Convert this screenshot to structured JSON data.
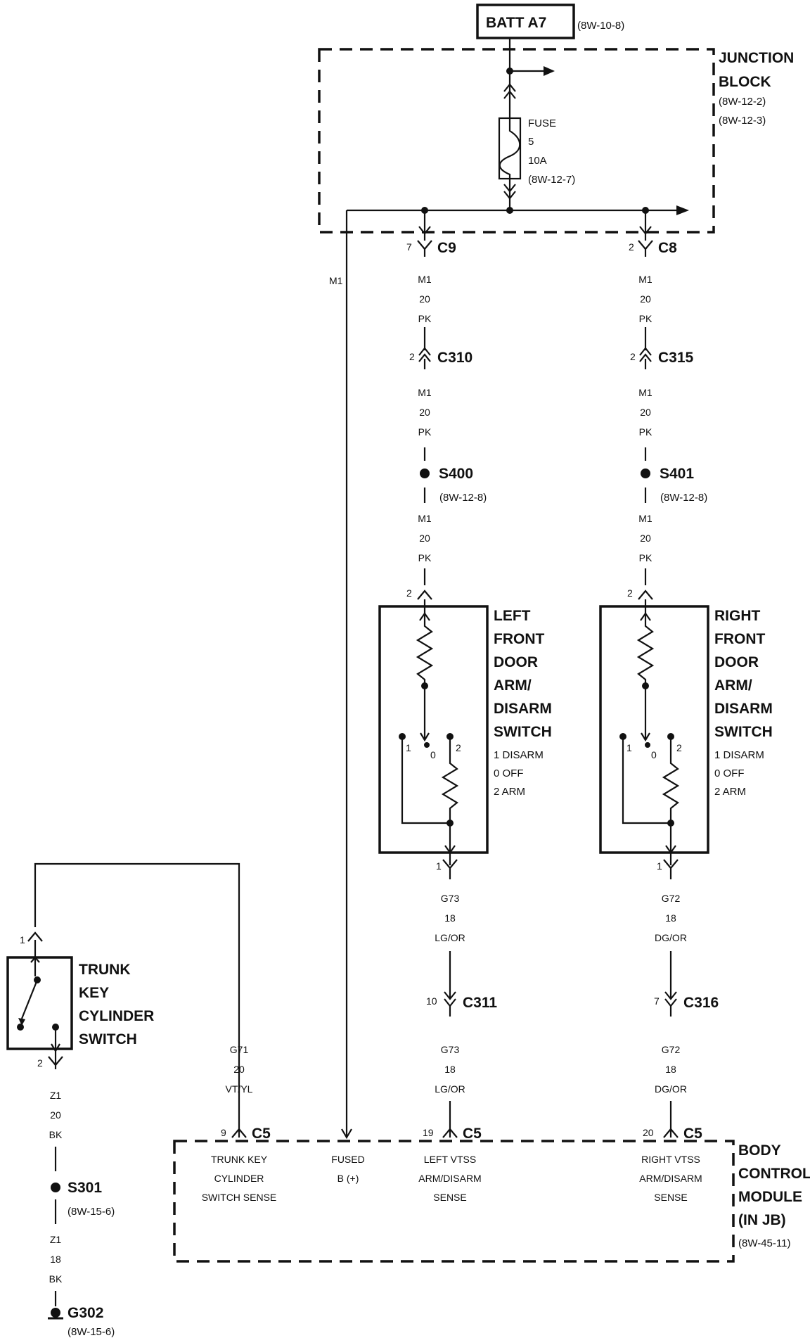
{
  "power": {
    "label": "BATT A7",
    "ref": "(8W-10-8)"
  },
  "junction_block": {
    "lines": [
      "JUNCTION",
      "BLOCK"
    ],
    "refs": [
      "(8W-12-2)",
      "(8W-12-3)"
    ]
  },
  "fuse": {
    "lines": [
      "FUSE",
      "5",
      "10A",
      "(8W-12-7)"
    ]
  },
  "bus_wire": {
    "label": "M1"
  },
  "left_chain": {
    "c9": {
      "pin": "7",
      "name": "C9"
    },
    "wire_a": [
      "M1",
      "20",
      "PK"
    ],
    "c310": {
      "pin": "2",
      "name": "C310"
    },
    "wire_b": [
      "M1",
      "20",
      "PK"
    ],
    "splice": {
      "name": "S400",
      "ref": "(8W-12-8)"
    },
    "wire_c": [
      "M1",
      "20",
      "PK"
    ],
    "switch_in_pin": "2",
    "switch_title": [
      "LEFT",
      "FRONT",
      "DOOR",
      "ARM/",
      "DISARM",
      "SWITCH"
    ],
    "switch_modes": [
      "1 DISARM",
      "0 OFF",
      "2 ARM"
    ],
    "contacts": [
      "1",
      "0",
      "2"
    ],
    "switch_out_pin": "1",
    "wire_d": [
      "G73",
      "18",
      "LG/OR"
    ],
    "c311": {
      "pin": "10",
      "name": "C311"
    },
    "wire_e": [
      "G73",
      "18",
      "LG/OR"
    ],
    "c5": {
      "pin": "19",
      "name": "C5"
    }
  },
  "right_chain": {
    "c8": {
      "pin": "2",
      "name": "C8"
    },
    "wire_a": [
      "M1",
      "20",
      "PK"
    ],
    "c315": {
      "pin": "2",
      "name": "C315"
    },
    "wire_b": [
      "M1",
      "20",
      "PK"
    ],
    "splice": {
      "name": "S401",
      "ref": "(8W-12-8)"
    },
    "wire_c": [
      "M1",
      "20",
      "PK"
    ],
    "switch_in_pin": "2",
    "switch_title": [
      "RIGHT",
      "FRONT",
      "DOOR",
      "ARM/",
      "DISARM",
      "SWITCH"
    ],
    "switch_modes": [
      "1 DISARM",
      "0 OFF",
      "2 ARM"
    ],
    "contacts": [
      "1",
      "0",
      "2"
    ],
    "switch_out_pin": "1",
    "wire_d": [
      "G72",
      "18",
      "DG/OR"
    ],
    "c316": {
      "pin": "7",
      "name": "C316"
    },
    "wire_e": [
      "G72",
      "18",
      "DG/OR"
    ],
    "c5": {
      "pin": "20",
      "name": "C5"
    }
  },
  "trunk": {
    "in_pin": "1",
    "title": [
      "TRUNK",
      "KEY",
      "CYLINDER",
      "SWITCH"
    ],
    "out_pin": "2",
    "wire_a": [
      "Z1",
      "20",
      "BK"
    ],
    "splice": {
      "name": "S301",
      "ref": "(8W-15-6)"
    },
    "wire_b": [
      "Z1",
      "18",
      "BK"
    ],
    "ground": {
      "name": "G302",
      "ref": "(8W-15-6)"
    },
    "sense_wire": [
      "G71",
      "20",
      "VT/YL"
    ],
    "c5": {
      "pin": "9",
      "name": "C5"
    }
  },
  "bcm": {
    "title": [
      "BODY",
      "CONTROL",
      "MODULE",
      "(IN JB)"
    ],
    "ref": "(8W-45-11)",
    "inputs": [
      {
        "lines": [
          "TRUNK KEY",
          "CYLINDER",
          "SWITCH SENSE"
        ]
      },
      {
        "lines": [
          "FUSED",
          "B (+)"
        ]
      },
      {
        "lines": [
          "LEFT VTSS",
          "ARM/DISARM",
          "SENSE"
        ]
      },
      {
        "lines": [
          "RIGHT VTSS",
          "ARM/DISARM",
          "SENSE"
        ]
      }
    ]
  }
}
